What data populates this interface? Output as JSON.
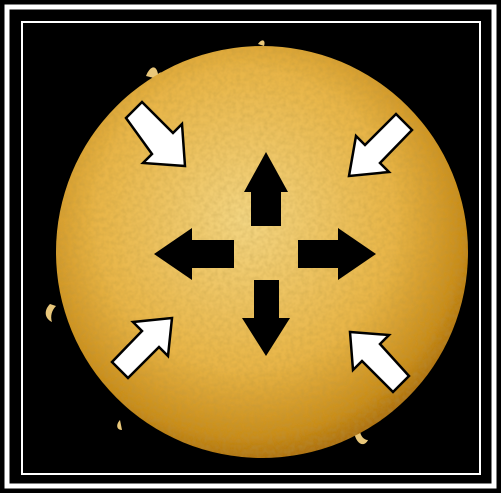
{
  "figure": {
    "subject": "sun-disk",
    "colors": {
      "background": "#000000",
      "frame": "#ffffff",
      "sun_core": "#f3d582",
      "sun_mid": "#e8b548",
      "sun_limb": "#c98d1c",
      "sun_edge": "#a86c10",
      "prominence": "#e9c77a",
      "arrow_outward": "#000000",
      "arrow_inward": "#ffffff",
      "arrow_inward_outline": "#000000"
    },
    "outward_arrows": [
      {
        "name": "arrow-up-icon",
        "direction": "up"
      },
      {
        "name": "arrow-right-icon",
        "direction": "right"
      },
      {
        "name": "arrow-down-icon",
        "direction": "down"
      },
      {
        "name": "arrow-left-icon",
        "direction": "left"
      }
    ],
    "inward_arrows": [
      {
        "name": "arrow-inward-top-left-icon",
        "direction": "down-right"
      },
      {
        "name": "arrow-inward-top-right-icon",
        "direction": "down-left"
      },
      {
        "name": "arrow-inward-bottom-left-icon",
        "direction": "up-right"
      },
      {
        "name": "arrow-inward-bottom-right-icon",
        "direction": "up-left"
      }
    ]
  }
}
